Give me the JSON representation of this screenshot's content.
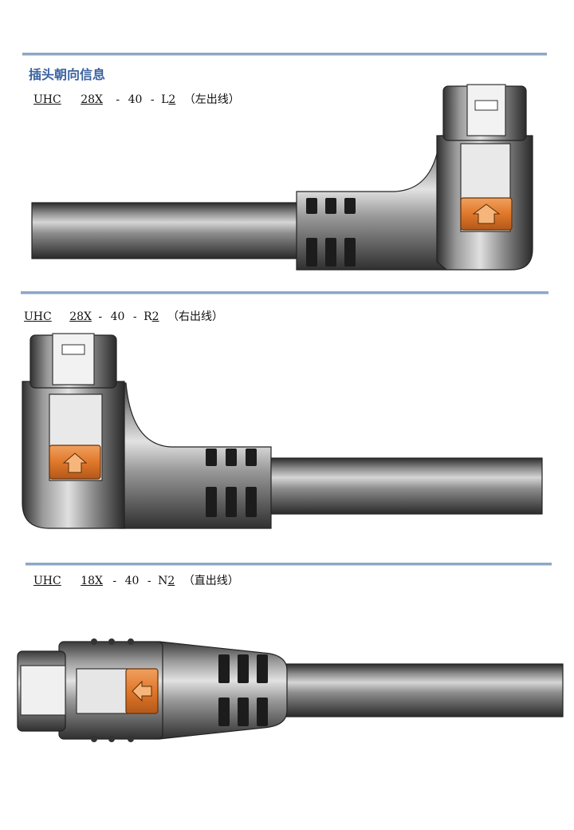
{
  "heading": "插头朝向信息",
  "colors": {
    "rule": "#8fa6c6",
    "heading": "#3c63a0",
    "latch": "#e0782a"
  },
  "variants": [
    {
      "series": "UHC",
      "size": "28X",
      "dash1": "-",
      "length": "40",
      "dash2": "-",
      "orient": "L",
      "orient_num": "2",
      "note": "（左出线）"
    },
    {
      "series": "UHC",
      "size": "28X",
      "dash1": "-",
      "length": "40",
      "dash2": "-",
      "orient": "R",
      "orient_num": "2",
      "note": "（右出线）"
    },
    {
      "series": "UHC",
      "size": "18X",
      "dash1": "-",
      "length": "40",
      "dash2": "-",
      "orient": "N",
      "orient_num": "2",
      "note": "（直出线）"
    }
  ]
}
